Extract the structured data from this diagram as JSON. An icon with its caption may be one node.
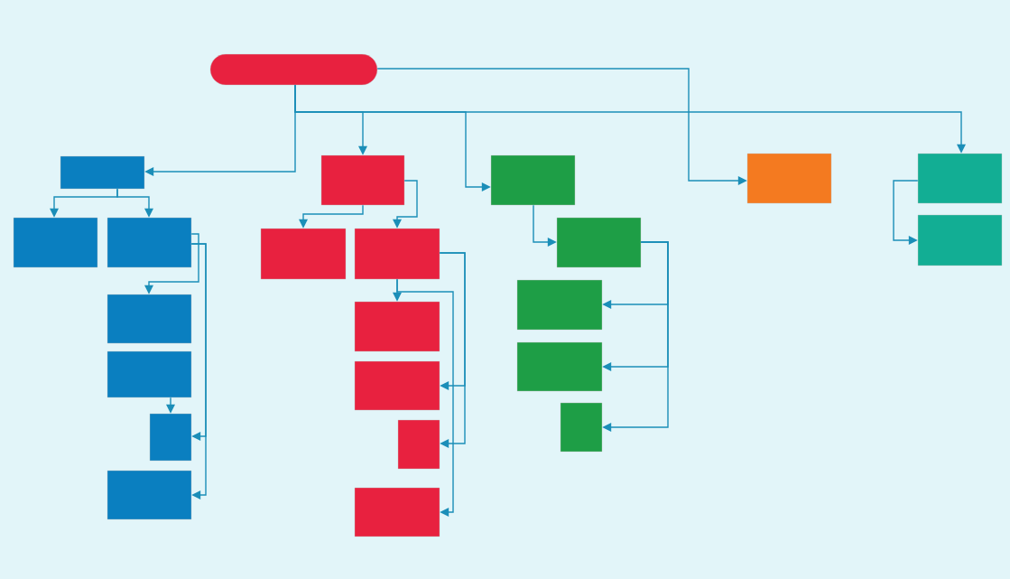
{
  "diagram": {
    "nodes": [
      {
        "text": [],
        "shape": "pill"
      },
      {
        "text": [],
        "shape": "box"
      },
      {
        "text": [],
        "shape": "box"
      },
      {
        "text": [],
        "shape": "box"
      },
      {
        "text": [],
        "shape": "box"
      },
      {
        "text": [],
        "shape": "box"
      },
      {
        "text": [],
        "shape": "box"
      },
      {
        "text": [],
        "shape": "box"
      },
      {
        "text": [],
        "shape": "box"
      },
      {
        "text": [],
        "shape": "box"
      },
      {
        "text": [],
        "shape": "box"
      },
      {
        "text": [],
        "shape": "box"
      },
      {
        "text": [],
        "shape": "box"
      },
      {
        "text": [],
        "shape": "box"
      },
      {
        "text": [],
        "shape": "box"
      },
      {
        "text": [],
        "shape": "box"
      },
      {
        "text": [],
        "shape": "box"
      },
      {
        "text": [],
        "shape": "box"
      },
      {
        "text": [],
        "shape": "box"
      },
      {
        "text": [],
        "shape": "box"
      },
      {
        "text": [],
        "shape": "box"
      },
      {
        "text": [],
        "shape": "box"
      },
      {
        "text": [],
        "shape": "box"
      }
    ],
    "edges": [
      {
        "from": 0,
        "to": 1,
        "arrow": "to"
      },
      {
        "from": 0,
        "to": 8,
        "arrow": "to"
      },
      {
        "from": 0,
        "to": 15,
        "arrow": "to"
      },
      {
        "from": 0,
        "to": 21,
        "arrow": "to"
      },
      {
        "from": 0,
        "to": 20,
        "arrow": "to"
      },
      {
        "from": 1,
        "to": 2,
        "arrow": "to"
      },
      {
        "from": 1,
        "to": 3,
        "arrow": "to"
      },
      {
        "from": 3,
        "to": 4,
        "arrow": "to"
      },
      {
        "from": 5,
        "to": 6,
        "arrow": "to"
      },
      {
        "from": 3,
        "to": 6,
        "arrow": "to"
      },
      {
        "from": 3,
        "to": 7,
        "arrow": "to"
      },
      {
        "from": 8,
        "to": 9,
        "arrow": "to"
      },
      {
        "from": 8,
        "to": 10,
        "arrow": "to"
      },
      {
        "from": 10,
        "to": 11,
        "arrow": "to"
      },
      {
        "from": 10,
        "to": 12,
        "arrow": "to"
      },
      {
        "from": 10,
        "to": 13,
        "arrow": "to"
      },
      {
        "from": 10,
        "to": 14,
        "arrow": "to"
      },
      {
        "from": 15,
        "to": 16,
        "arrow": "to"
      },
      {
        "from": 16,
        "to": 17,
        "arrow": "to"
      },
      {
        "from": 16,
        "to": 18,
        "arrow": "to"
      },
      {
        "from": 16,
        "to": 19,
        "arrow": "to"
      },
      {
        "from": 21,
        "to": 22,
        "arrow": "to"
      }
    ]
  }
}
